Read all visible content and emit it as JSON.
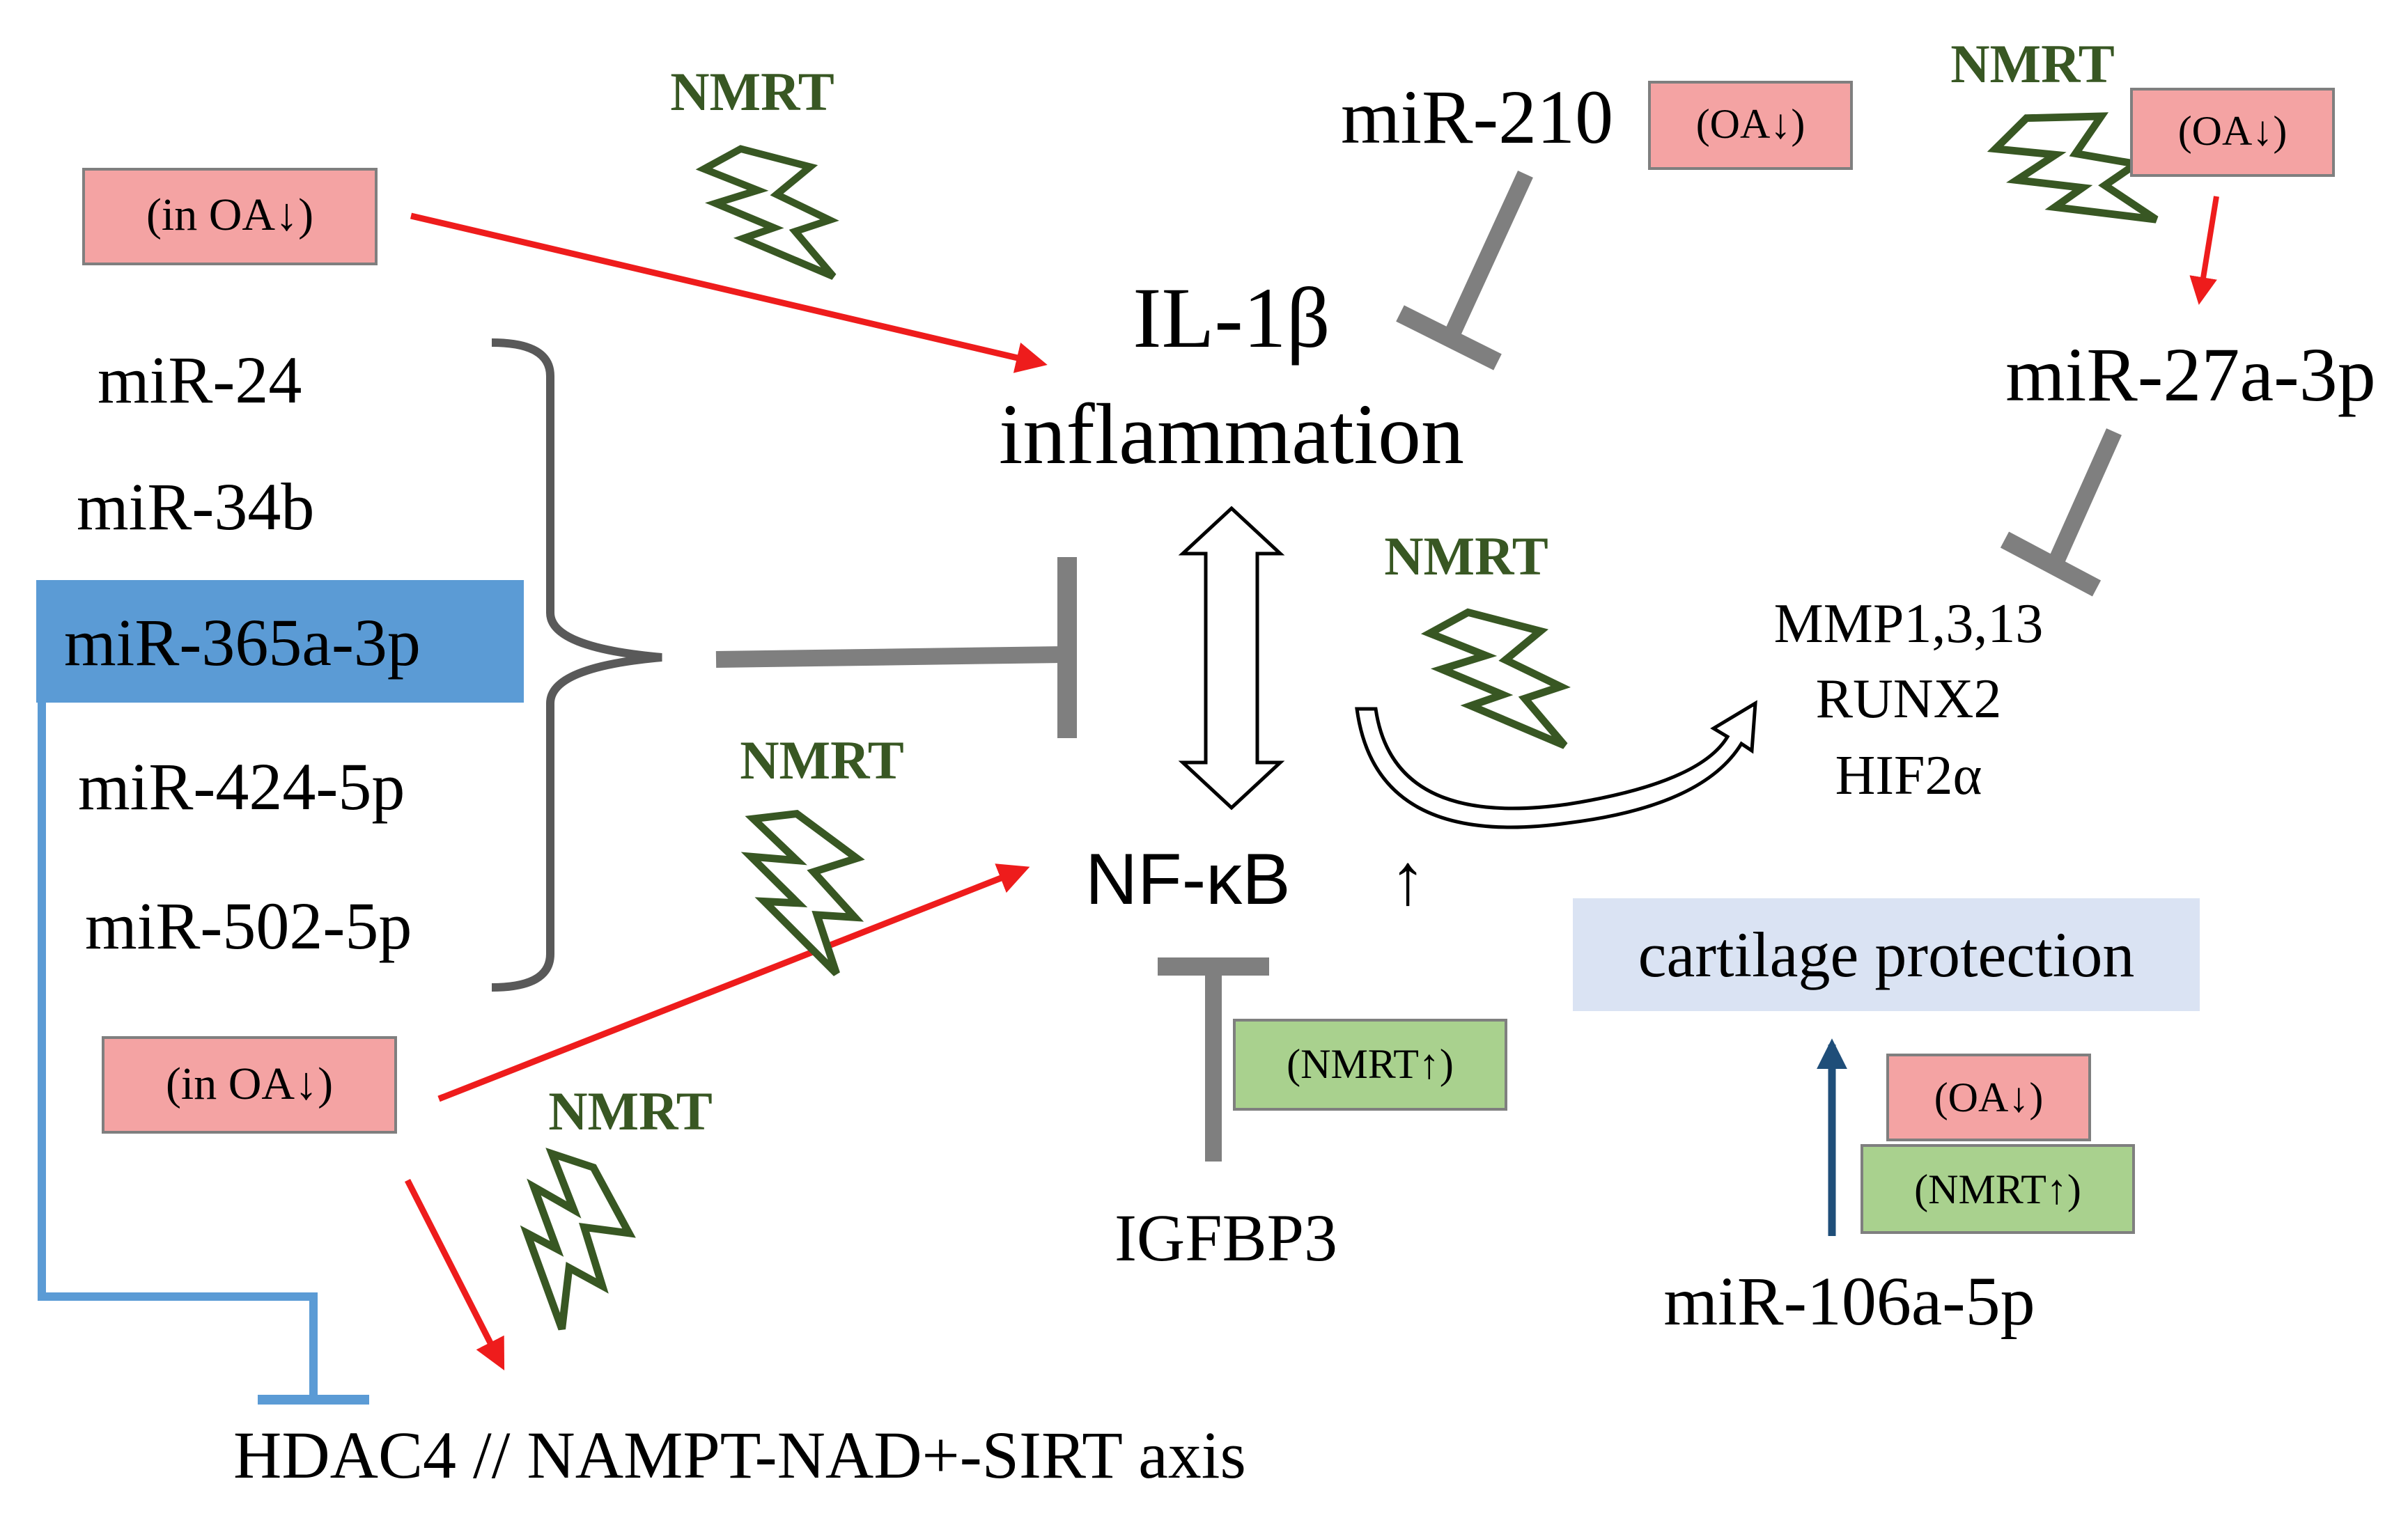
{
  "colors": {
    "red": "#ee1c1c",
    "gray": "#7f7f7f",
    "dark_green": "#385723",
    "pink_box": "#f4a3a3",
    "green_box": "#a9d18e",
    "blue_highlight": "#5b9bd5",
    "protection_bg": "#dae3f3",
    "navy_arrow": "#1f4e79",
    "text": "#000000"
  },
  "labels": {
    "in_oa_top": "(in OA↓)",
    "in_oa_bottom": "(in OA↓)",
    "oa_210": "(OA↓)",
    "oa_27a": "(OA↓)",
    "oa_106a": "(OA↓)",
    "nmrt_igfbp3": "(NMRT↑)",
    "nmrt_106a": "(NMRT↑)"
  },
  "nmrt_marks": [
    "NMRT",
    "NMRT",
    "NMRT",
    "NMRT",
    "NMRT"
  ],
  "nodes": {
    "il1b": "IL-1β",
    "inflammation": "inflammation",
    "nfkb": "NF-κB",
    "nfkb_arrow": "↑",
    "mir210": "miR-210",
    "mir27a": "miR-27a-3p",
    "igfbp3": "IGFBP3",
    "mir106a": "miR-106a-5p",
    "cartilage_protection": "cartilage protection",
    "hdac4": "HDAC4 // NAMPT-NAD+-SIRT axis"
  },
  "mirna_list": [
    "miR-24",
    "miR-34b",
    "miR-365a-3p",
    "miR-424-5p",
    "miR-502-5p"
  ],
  "targets": [
    "MMP1,3,13",
    "RUNX2",
    "HIF2α"
  ]
}
